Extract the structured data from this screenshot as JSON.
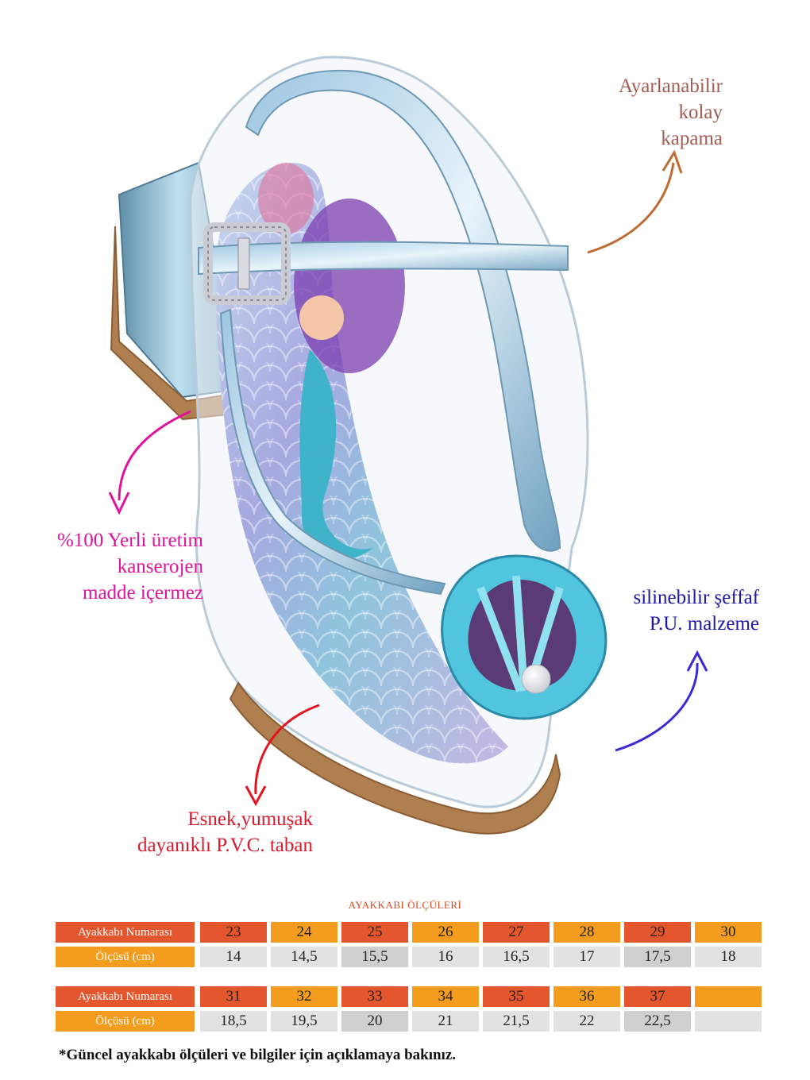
{
  "annotations": {
    "closure": {
      "lines": [
        "Ayarlanabilir",
        "kolay",
        "kapama"
      ],
      "color": "#a45d52",
      "arrow_color": "#c06a33"
    },
    "local": {
      "lines": [
        "%100 Yerli üretim",
        "kanserojen",
        "madde içermez"
      ],
      "color": "#e0149a",
      "arrow_color": "#e0149a"
    },
    "pu": {
      "lines": [
        "silinebilir şeffaf",
        "P.U. malzeme"
      ],
      "color": "#1e18a8",
      "arrow_color": "#3b2bd4"
    },
    "sole": {
      "lines": [
        "Esnek,yumuşak",
        "dayanıklı P.V.C. taban"
      ],
      "color": "#d81b2e",
      "arrow_color": "#e3131f"
    }
  },
  "size_table": {
    "title": "AYAKKABI ÖLÇÜLERİ",
    "number_label": "Ayakkabı Numarası",
    "cm_label": "Ölçüsü (cm)",
    "rows_1": {
      "numbers": [
        "23",
        "24",
        "25",
        "26",
        "27",
        "28",
        "29",
        "30"
      ],
      "cm": [
        "14",
        "14,5",
        "15,5",
        "16",
        "16,5",
        "17",
        "17,5",
        "18"
      ]
    },
    "rows_2": {
      "numbers": [
        "31",
        "32",
        "33",
        "34",
        "35",
        "36",
        "37",
        ""
      ],
      "cm": [
        "18,5",
        "19,5",
        "20",
        "21",
        "21,5",
        "22",
        "22,5",
        ""
      ]
    }
  },
  "footnote": "*Güncel ayakkabı ölçüleri ve bilgiler için açıklamaya bakınız.",
  "colors": {
    "table_orange": "#e4572e",
    "table_amber": "#f39c1d",
    "shoe_blue": "#7fb3d5"
  }
}
